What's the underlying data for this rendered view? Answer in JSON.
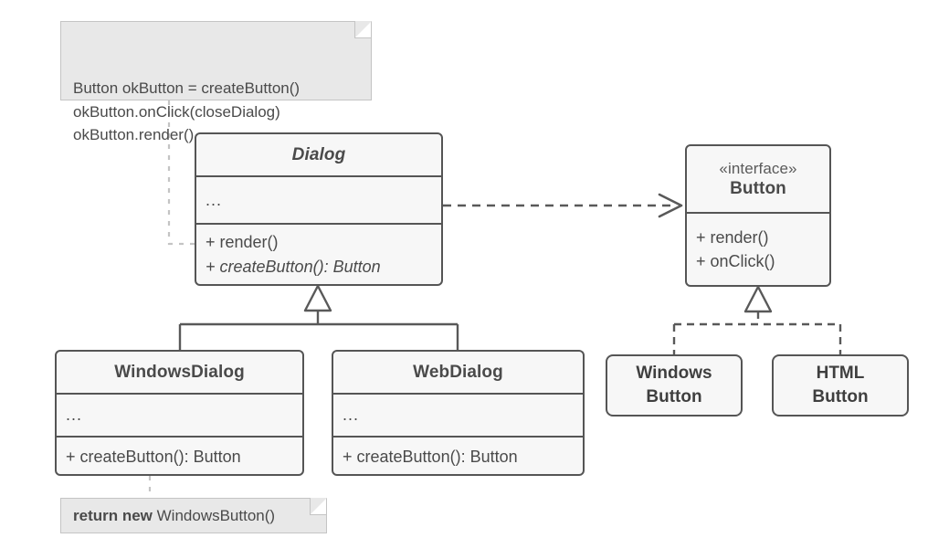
{
  "diagram": {
    "title": "Factory Method pattern UML class diagram",
    "colors": {
      "background": "#ffffff",
      "box_fill": "#f7f7f7",
      "box_border": "#555555",
      "text": "#4a4a4a",
      "note_fill": "#e8e8e8",
      "note_border": "#c4c4c4",
      "edge": "#595959",
      "note_edge": "#c4c4c4"
    }
  },
  "notes": {
    "code_note": {
      "name": "code-note",
      "lines": [
        "Button okButton = createButton()",
        "okButton.onClick(closeDialog)",
        "okButton.render()"
      ],
      "text": "Button okButton = createButton()\nokButton.onClick(closeDialog)\nokButton.render()"
    },
    "return_note": {
      "name": "return-note",
      "bold_part": "return new",
      "rest": " WindowsButton()"
    }
  },
  "classes": {
    "dialog": {
      "name": "Dialog",
      "abstract": true,
      "fields": "...",
      "operations": [
        {
          "text": "+ render()",
          "abstract": false
        },
        {
          "text": "+ createButton(): Button",
          "abstract": true
        }
      ]
    },
    "button_interface": {
      "stereotype": "«interface»",
      "name": "Button",
      "operations": [
        {
          "text": "+ render()",
          "abstract": false
        },
        {
          "text": "+ onClick()",
          "abstract": false
        }
      ]
    },
    "windows_dialog": {
      "name": "WindowsDialog",
      "abstract": false,
      "fields": "...",
      "operations": [
        {
          "text": "+ createButton(): Button",
          "abstract": false
        }
      ]
    },
    "web_dialog": {
      "name": "WebDialog",
      "abstract": false,
      "fields": "...",
      "operations": [
        {
          "text": "+ createButton(): Button",
          "abstract": false
        }
      ]
    },
    "windows_button": {
      "line1": "Windows",
      "line2": "Button"
    },
    "html_button": {
      "line1": "HTML",
      "line2": "Button"
    }
  },
  "relationships": [
    {
      "type": "dependency",
      "from": "Dialog",
      "to": "Button",
      "style": "dashed-open-arrow"
    },
    {
      "type": "generalization",
      "from": "WindowsDialog",
      "to": "Dialog",
      "style": "solid-hollow-triangle"
    },
    {
      "type": "generalization",
      "from": "WebDialog",
      "to": "Dialog",
      "style": "solid-hollow-triangle"
    },
    {
      "type": "realization",
      "from": "WindowsButton",
      "to": "Button",
      "style": "dashed-hollow-triangle"
    },
    {
      "type": "realization",
      "from": "HTMLButton",
      "to": "Button",
      "style": "dashed-hollow-triangle"
    },
    {
      "type": "note-anchor",
      "from": "code-note",
      "to": "Dialog",
      "style": "dotted"
    },
    {
      "type": "note-anchor",
      "from": "return-note",
      "to": "WindowsDialog",
      "style": "dotted"
    }
  ]
}
